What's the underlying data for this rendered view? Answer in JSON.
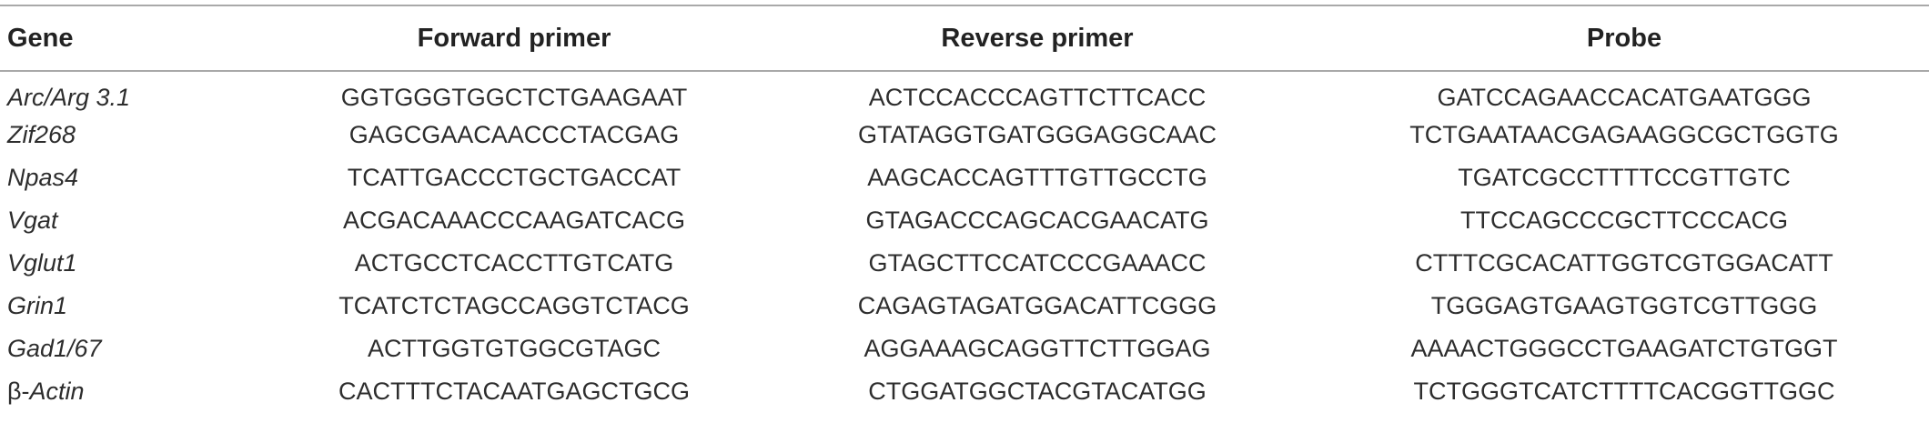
{
  "table": {
    "headers": {
      "gene": "Gene",
      "forward": "Forward primer",
      "reverse": "Reverse primer",
      "probe": "Probe"
    },
    "rows": [
      {
        "gene": "Arc/Arg 3.1",
        "forward": "GGTGGGTGGCTCTGAAGAAT",
        "reverse": "ACTCCACCCAGTTCTTCACC",
        "probe": "GATCCAGAACCACATGAATGGG"
      },
      {
        "gene": "Zif268",
        "forward": "GAGCGAACAACCCTACGAG",
        "reverse": "GTATAGGTGATGGGAGGCAAC",
        "probe": "TCTGAATAACGAGAAGGCGCTGGTG"
      },
      {
        "gene": "Npas4",
        "forward": "TCATTGACCCTGCTGACCAT",
        "reverse": "AAGCACCAGTTTGTTGCCTG",
        "probe": "TGATCGCCTTTTCCGTTGTC"
      },
      {
        "gene": "Vgat",
        "forward": "ACGACAAACCCAAGATCACG",
        "reverse": "GTAGACCCAGCACGAACATG",
        "probe": "TTCCAGCCCGCTTCCCACG"
      },
      {
        "gene": "Vglut1",
        "forward": "ACTGCCTCACCTTGTCATG",
        "reverse": "GTAGCTTCCATCCCGAAACC",
        "probe": "CTTTCGCACATTGGTCGTGGACATT"
      },
      {
        "gene": "Grin1",
        "forward": "TCATCTCTAGCCAGGTCTACG",
        "reverse": "CAGAGTAGATGGACATTCGGG",
        "probe": "TGGGAGTGAAGTGGTCGTTGGG"
      },
      {
        "gene": "Gad1/67",
        "forward": "ACTTGGTGTGGCGTAGC",
        "reverse": "AGGAAAGCAGGTTCTTGGAG",
        "probe": "AAAACTGGGCCTGAAGATCTGTGGT"
      },
      {
        "gene_prefix": "β-",
        "gene": "Actin",
        "forward": "CACTTTCTACAATGAGCTGCG",
        "reverse": "CTGGATGGCTACGTACATGG",
        "probe": "TCTGGGTCATCTTTTCACGGTTGGC"
      }
    ]
  }
}
